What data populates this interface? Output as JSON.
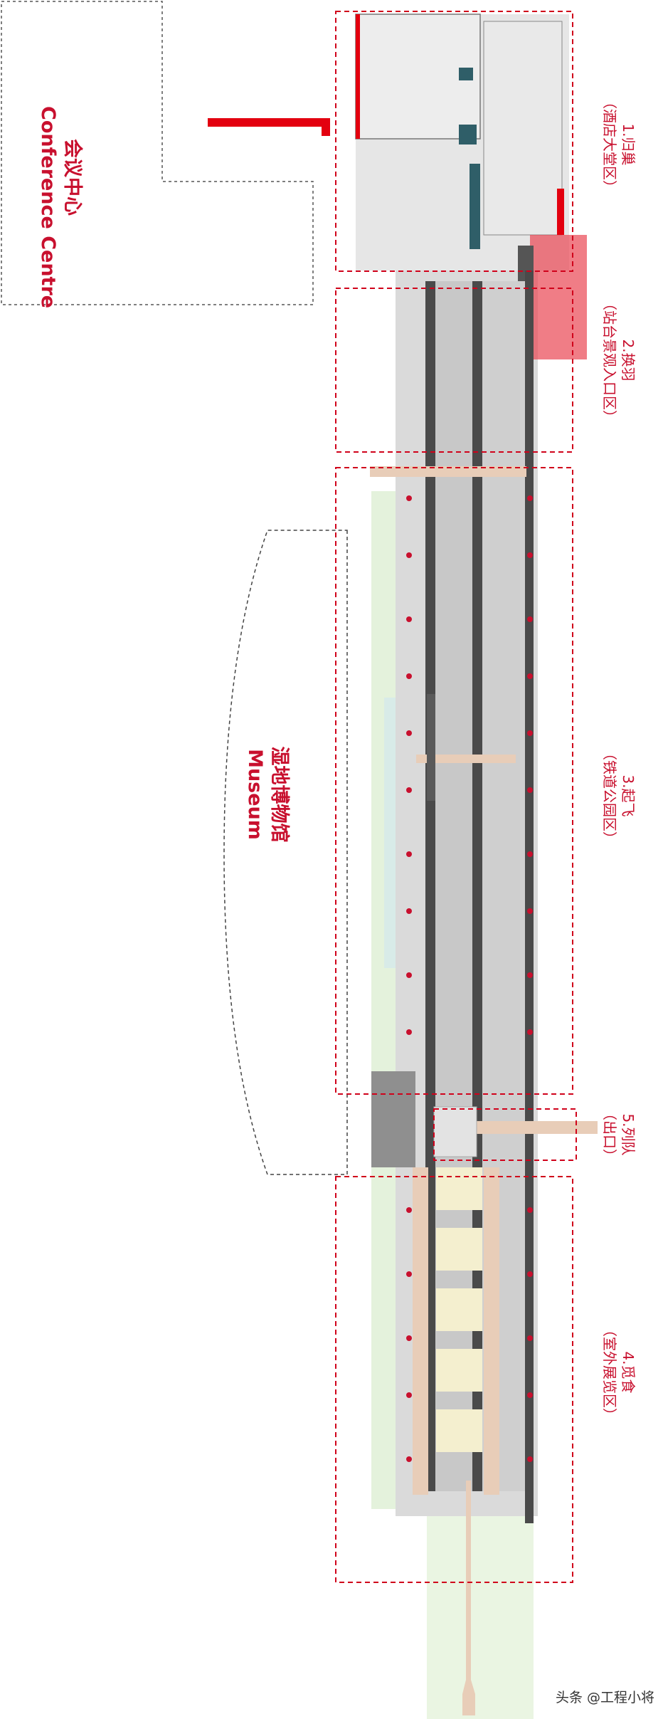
{
  "buildings": {
    "conference": {
      "zh": "会议中心",
      "en": "Conference Centre"
    },
    "museum": {
      "zh": "湿地博物馆",
      "en": "Museum"
    }
  },
  "zones": [
    {
      "id": "z1",
      "label": "1.归巢",
      "sub": "（酒店大堂区）"
    },
    {
      "id": "z2",
      "label": "2.换羽",
      "sub": "（站台景观入口区）"
    },
    {
      "id": "z3",
      "label": "3.起飞",
      "sub": "（铁道公园区）"
    },
    {
      "id": "z5",
      "label": "5.列队",
      "sub": "（出口）"
    },
    {
      "id": "z4",
      "label": "4.觅食",
      "sub": "（室外展览区）"
    }
  ],
  "watermark": "头条 @工程小将",
  "colors": {
    "accent": "#c8102e",
    "rail": "#4a4a4a",
    "track": "#bcbcbc",
    "wetland": "#e4f2dc",
    "deck": "#e8cdb8",
    "floor": "#d8d8d8"
  }
}
